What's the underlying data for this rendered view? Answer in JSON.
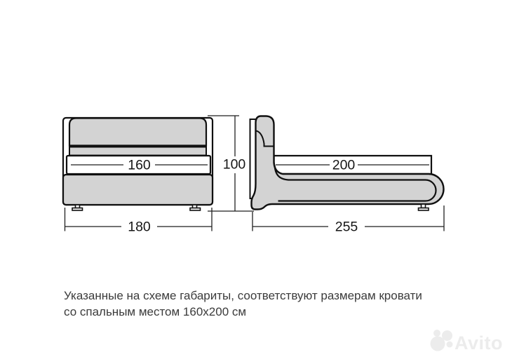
{
  "dims": {
    "sleep_width": "160",
    "total_width": "180",
    "height": "100",
    "sleep_length": "200",
    "total_length": "255"
  },
  "caption": {
    "line1": "Указанные на схеме габариты, соответствуют размерам кровати",
    "line2": "со спальным местом 160x200 см"
  },
  "watermark": {
    "brand": "Avito"
  },
  "colors": {
    "background": "#ffffff",
    "outline": "#101010",
    "furniture_fill": "#d3d3d3",
    "dimension_lines": "#1f1f1f",
    "caption_text": "#3b3b3b",
    "watermark": "#ececec"
  }
}
